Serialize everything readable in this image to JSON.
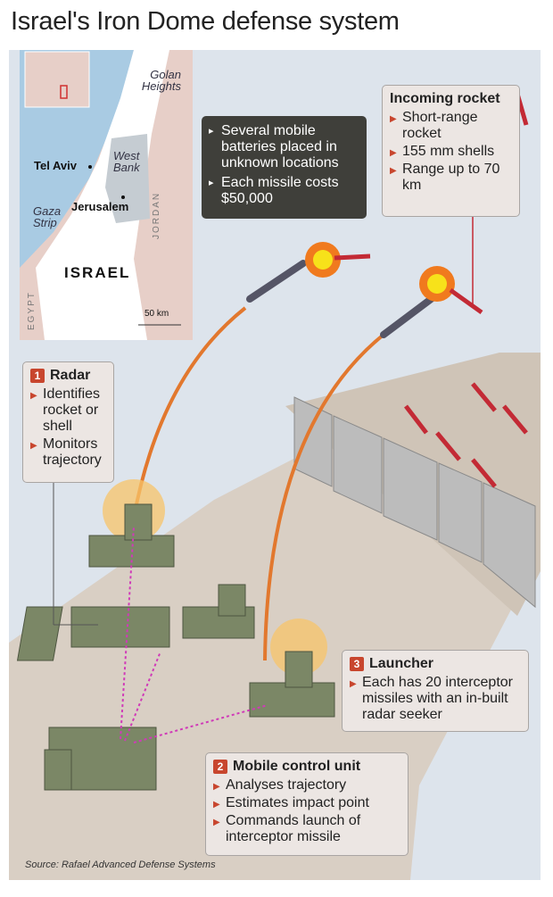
{
  "title": "Israel's Iron Dome defense system",
  "map": {
    "labels": {
      "golan": "Golan Heights",
      "west_bank": "West Bank",
      "tel_aviv": "Tel Aviv",
      "jerusalem": "Jerusalem",
      "gaza": "Gaza Strip",
      "israel": "ISRAEL",
      "jordan": "JORDAN",
      "egypt": "EGYPT",
      "scale": "50 km"
    }
  },
  "info_box": {
    "items": [
      "Several mobile batteries placed in unknown locations",
      "Each missile costs $50,000"
    ]
  },
  "incoming_rocket": {
    "heading": "Incoming rocket",
    "items": [
      "Short-range rocket",
      "155 mm shells",
      "Range up to 70 km"
    ]
  },
  "radar": {
    "number": "1",
    "heading": "Radar",
    "items": [
      "Identifies rocket or shell",
      "Monitors trajectory"
    ]
  },
  "launcher": {
    "number": "3",
    "heading": "Launcher",
    "items": [
      "Each has 20 interceptor missiles with an in-built radar seeker"
    ]
  },
  "control_unit": {
    "number": "2",
    "heading": "Mobile control unit",
    "items": [
      "Analyses trajectory",
      "Estimates impact point",
      "Commands launch of interceptor missile"
    ]
  },
  "source": "Source: Rafael Advanced Defense Systems",
  "colors": {
    "accent": "#c8462e",
    "vehicle": "#7b8766",
    "ground": "#d9cfc4",
    "sky": "#dde4ec",
    "trajectory": "#e2782e",
    "data_link": "#d03ab8"
  }
}
